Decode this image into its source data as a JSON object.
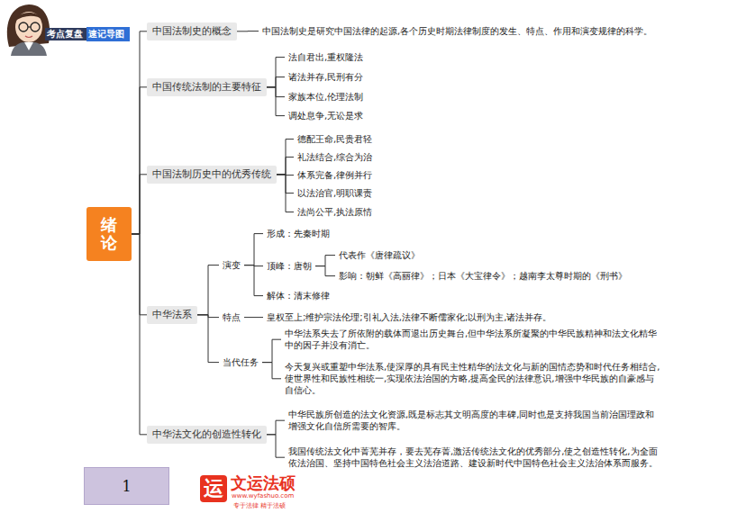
{
  "diagram": {
    "nodes": [
      {
        "text": [
          "绪论"
        ]
      },
      {
        "text": [
          "中国法制史的概念"
        ]
      },
      {
        "text": [
          "中国法制史是研究中国法律的起源,各个历史时期法律制度的发生、特点、作用和演变规律的科学。"
        ]
      },
      {
        "text": [
          "中国传统法制的主要特征"
        ]
      },
      {
        "text": [
          "法自君出,重权隆法"
        ]
      },
      {
        "text": [
          "诸法并存,民刑有分"
        ]
      },
      {
        "text": [
          "家族本位,伦理法制"
        ]
      },
      {
        "text": [
          "调处息争,无讼是求"
        ]
      },
      {
        "text": [
          "中国法制历史中的优秀传统"
        ]
      },
      {
        "text": [
          "德配王命,民贵君轻"
        ]
      },
      {
        "text": [
          "礼法结合,综合为治"
        ]
      },
      {
        "text": [
          "体系完备,律例并行"
        ]
      },
      {
        "text": [
          "以法治官,明职课责"
        ]
      },
      {
        "text": [
          "法尚公平,执法原情"
        ]
      },
      {
        "text": [
          "中华法系"
        ]
      },
      {
        "text": [
          "演变"
        ]
      },
      {
        "text": [
          "形成：先秦时期"
        ]
      },
      {
        "text": [
          "顶峰：唐朝"
        ]
      },
      {
        "text": [
          "代表作《唐律疏议》"
        ]
      },
      {
        "text": [
          "影响：朝鲜《高丽律》；日本《大宝律令》；越南李太尊时期的《刑书》"
        ]
      },
      {
        "text": [
          "解体：清末修律"
        ]
      },
      {
        "text": [
          "特点"
        ]
      },
      {
        "text": [
          "皇权至上;维护宗法伦理;引礼入法,法律不断儒家化;以刑为主,诸法并存。"
        ]
      },
      {
        "text": [
          "当代任务"
        ]
      },
      {
        "text": [
          "中华法系失去了所依附的载体而退出历史舞台,但中华法系所凝聚的中华民族精神和法文化精华中的因子并没有消亡。"
        ]
      },
      {
        "text": [
          "今天复兴或重塑中华法系,使深厚的具有民主性精华的法文化与新的国情态势和时代任务相结合,使世界性和民族性相统一,实现依法治国的方略,提高全民的法律意识,增强中华民族的自豪感与自信心。"
        ]
      },
      {
        "text": [
          "中华法文化的创造性转化"
        ]
      },
      {
        "text": [
          "中华民族所创造的法文化资源,既是标志其文明高度的丰碑,同时也是支持我国当前治国理政和增强文化自信所需要的智库。"
        ]
      },
      {
        "text": [
          "我国传统法文化中菁芜并存，要去芜存菁,激活传统法文化的优秀部分,使之创造性转化,为全面依法治国、坚持中国特色社会主义法治道路、建设新时代中国特色社会主义法治体系而服务。"
        ]
      },
      {
        "text": [
          "1"
        ]
      }
    ],
    "edges": [
      {
        "from": 0,
        "to": 1,
        "arrow": "none"
      },
      {
        "from": 0,
        "to": 3,
        "arrow": "none"
      },
      {
        "from": 0,
        "to": 8,
        "arrow": "none"
      },
      {
        "from": 0,
        "to": 14,
        "arrow": "none"
      },
      {
        "from": 0,
        "to": 26,
        "arrow": "none"
      },
      {
        "from": 1,
        "to": 2,
        "arrow": "none"
      },
      {
        "from": 3,
        "to": 4,
        "arrow": "none"
      },
      {
        "from": 3,
        "to": 5,
        "arrow": "none"
      },
      {
        "from": 3,
        "to": 6,
        "arrow": "none"
      },
      {
        "from": 3,
        "to": 7,
        "arrow": "none"
      },
      {
        "from": 8,
        "to": 9,
        "arrow": "none"
      },
      {
        "from": 8,
        "to": 10,
        "arrow": "none"
      },
      {
        "from": 8,
        "to": 11,
        "arrow": "none"
      },
      {
        "from": 8,
        "to": 12,
        "arrow": "none"
      },
      {
        "from": 8,
        "to": 13,
        "arrow": "none"
      },
      {
        "from": 14,
        "to": 15,
        "arrow": "none"
      },
      {
        "from": 14,
        "to": 21,
        "arrow": "none"
      },
      {
        "from": 14,
        "to": 23,
        "arrow": "none"
      },
      {
        "from": 15,
        "to": 16,
        "arrow": "none"
      },
      {
        "from": 15,
        "to": 17,
        "arrow": "none"
      },
      {
        "from": 15,
        "to": 20,
        "arrow": "none"
      },
      {
        "from": 17,
        "to": 18,
        "arrow": "none"
      },
      {
        "from": 17,
        "to": 19,
        "arrow": "none"
      },
      {
        "from": 21,
        "to": 22,
        "arrow": "none"
      },
      {
        "from": 23,
        "to": 24,
        "arrow": "none"
      },
      {
        "from": 23,
        "to": 25,
        "arrow": "none"
      },
      {
        "from": 26,
        "to": 27,
        "arrow": "none"
      },
      {
        "from": 26,
        "to": 28,
        "arrow": "none"
      }
    ],
    "labels": [
      "考点复盘",
      "速记导图",
      "运",
      "文运法硕",
      "www.wyfashuo.com",
      "专于法律 精于法硕"
    ]
  }
}
